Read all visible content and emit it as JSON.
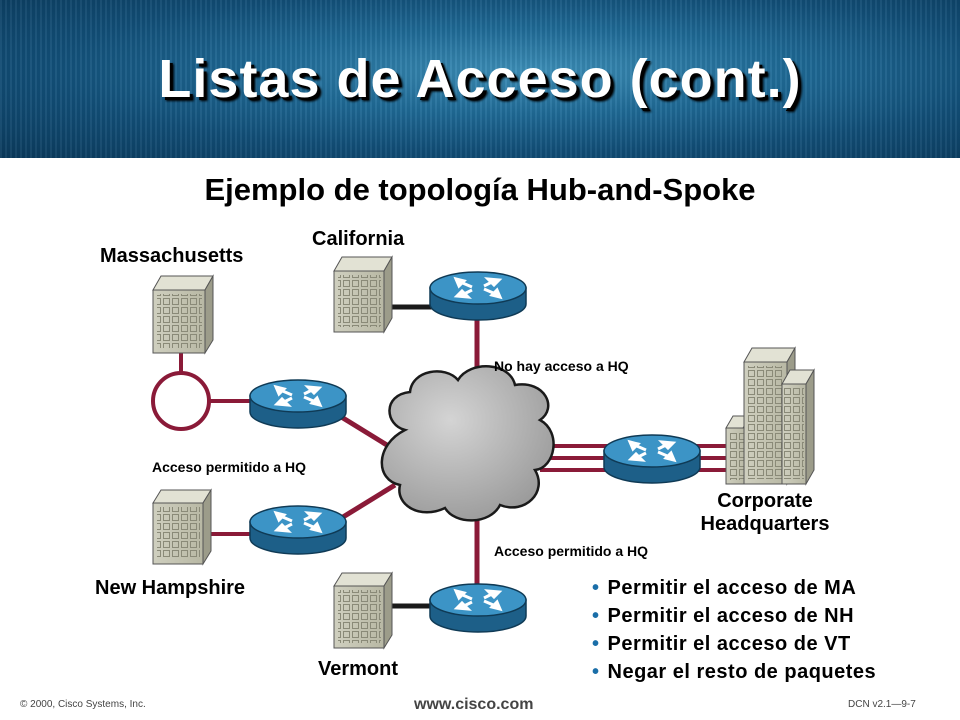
{
  "slide": {
    "title": "Listas de Acceso (cont.)",
    "subtitle": "Ejemplo de topología Hub-and-Spoke"
  },
  "sites": {
    "massachusetts": "Massachusetts",
    "california": "California",
    "new_hampshire": "New Hampshire",
    "vermont": "Vermont",
    "hq_line1": "Corporate",
    "hq_line2": "Headquarters"
  },
  "notes": {
    "no_access": "No hay acceso a HQ",
    "access_left": "Acceso permitido a HQ",
    "access_bottom": "Acceso permitido a HQ"
  },
  "bullets": [
    "Permitir el acceso de MA",
    "Permitir el acceso de NH",
    "Permitir el acceso de VT",
    "Negar el resto de paquetes"
  ],
  "footer": {
    "copyright": "© 2000, Cisco Systems, Inc.",
    "url": "www.cisco.com",
    "code": "DCN v2.1—9-7"
  },
  "colors": {
    "link": "#8a1a38",
    "router": "#2a7fb0",
    "cloud": "#b4b4b4",
    "building": "#c4c4b0"
  }
}
